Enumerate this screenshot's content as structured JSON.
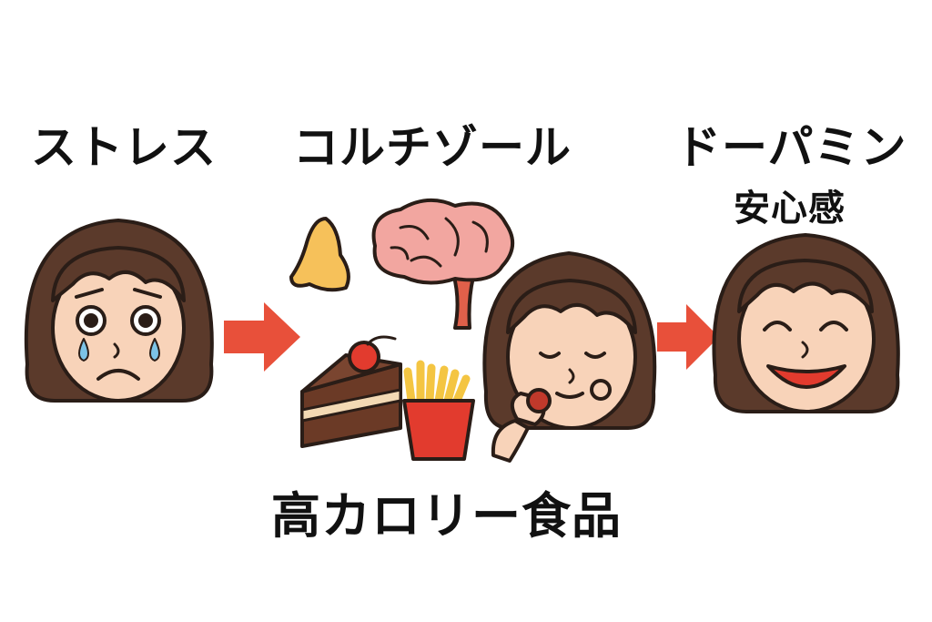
{
  "labels": {
    "stress": "ストレス",
    "cortisol": "コルチゾール",
    "dopamine": "ドーパミン",
    "relief": "安心感",
    "high_calorie_food": "高カロリー食品"
  },
  "colors": {
    "hair": "#5b3a2b",
    "skin": "#f8d3b9",
    "outline": "#2a1d17",
    "arrow": "#e8503a",
    "brain": "#f2a6a0",
    "adrenal": "#f6c15a",
    "tear": "#7cc3e6"
  }
}
